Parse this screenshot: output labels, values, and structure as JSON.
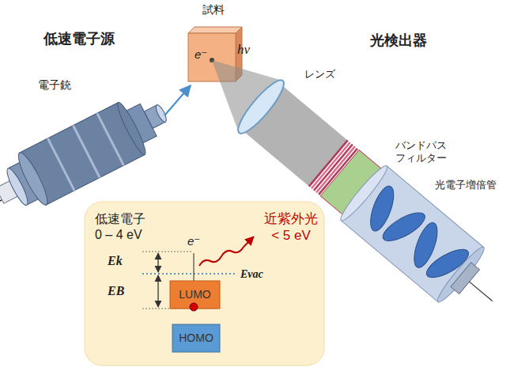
{
  "diagram": {
    "nodes": [
      {
        "text": [
          "電子銃"
        ]
      },
      {
        "text": [
          "試料"
        ]
      },
      {
        "text": [
          "レンズ"
        ]
      },
      {
        "text": [
          "バンドパス フィルター"
        ]
      },
      {
        "text": [
          "光電子増倍管"
        ]
      },
      {
        "text": [
          "低速電子 0 – 4 eV"
        ]
      },
      {
        "text": [
          "LUMO"
        ],
        "in": 5
      },
      {
        "text": [
          "HOMO"
        ],
        "in": 5
      }
    ],
    "edges": [
      {
        "from": 0,
        "to": 1,
        "arrow": "to",
        "label": "e⁻"
      }
    ],
    "labels": [
      "低速電子源",
      "光検出器",
      "hν",
      "e⁻",
      "近紫外光 < 5 eV",
      "Ek",
      "EB",
      "Evac"
    ]
  }
}
